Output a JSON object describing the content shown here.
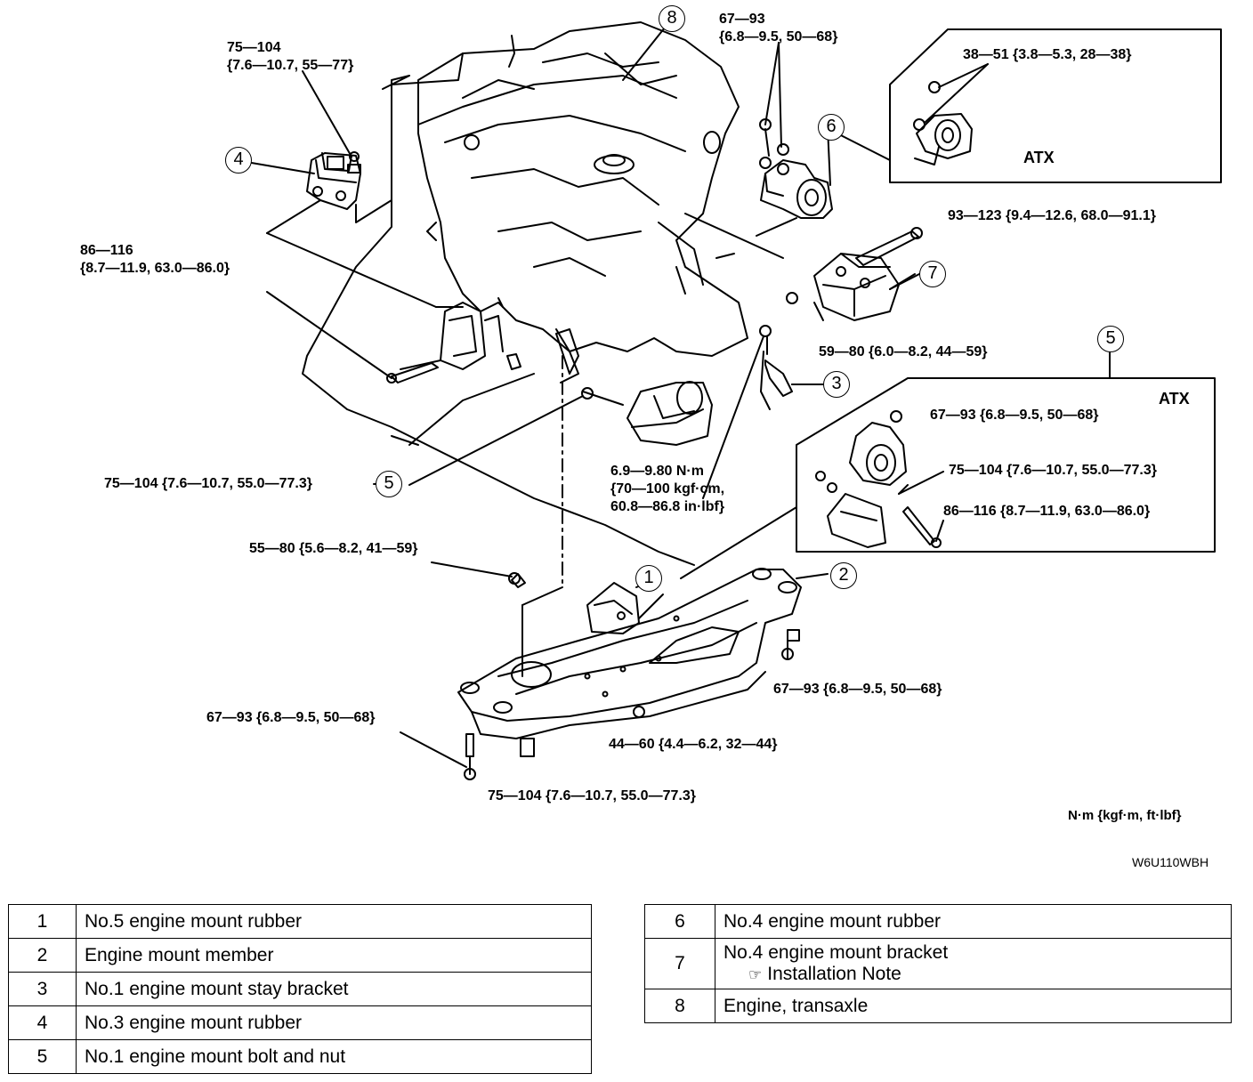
{
  "torque_labels": {
    "no3_mount_nut": {
      "line1": "75—104",
      "line2": "{7.6—10.7, 55—77}"
    },
    "no4_mount_nut": {
      "line1": "67—93",
      "line2": "{6.8—9.5, 50—68}"
    },
    "atx_no4_bolts": "38—51 {3.8—5.3, 28—38}",
    "no3_bracket_bolt": {
      "line1": "86—116",
      "line2": "{8.7—11.9, 63.0—86.0}"
    },
    "no4_bracket_long_bolt": "93—123 {9.4—12.6, 68.0—91.1}",
    "no4_bracket_nut": "59—80 {6.0—8.2, 44—59}",
    "atx_no1_nut": "67—93 {6.8—9.5, 50—68}",
    "atx_no1_bolt_short": "75—104 {7.6—10.7, 55.0—77.3}",
    "atx_no1_bolt_long": "86—116 {8.7—11.9, 63.0—86.0}",
    "no1_bolt_left": "75—104 {7.6—10.7, 55.0—77.3}",
    "stay_bracket_bolt": {
      "line1": "6.9—9.80 N·m",
      "line2": "{70—100 kgf·cm,",
      "line3": "60.8—86.8 in·lbf}"
    },
    "no5_mount_bolt": "55—80 {5.6—8.2, 41—59}",
    "member_right_nut": "67—93 {6.8—9.5, 50—68}",
    "member_left_bolt": "67—93 {6.8—9.5, 50—68}",
    "member_center_nut": "44—60 {4.4—6.2, 32—44}",
    "member_front_bolt": "75—104 {7.6—10.7, 55.0—77.3}"
  },
  "atx_labels": {
    "no4_box": "ATX",
    "no1_box": "ATX"
  },
  "callouts": {
    "c1": "1",
    "c2": "2",
    "c3": "3",
    "c4": "4",
    "c5a": "5",
    "c5b": "5",
    "c6": "6",
    "c7": "7",
    "c8": "8"
  },
  "units_note": "N·m {kgf·m, ft·lbf}",
  "figure_code": "W6U110WBH",
  "legend_left": [
    {
      "num": "1",
      "desc": "No.5 engine mount rubber"
    },
    {
      "num": "2",
      "desc": "Engine mount member"
    },
    {
      "num": "3",
      "desc": "No.1 engine mount stay bracket"
    },
    {
      "num": "4",
      "desc": "No.3 engine mount rubber"
    },
    {
      "num": "5",
      "desc": "No.1 engine mount bolt and nut"
    }
  ],
  "legend_right": [
    {
      "num": "6",
      "desc": "No.4 engine mount rubber"
    },
    {
      "num": "7",
      "desc": "No.4 engine mount bracket",
      "note": "Installation Note"
    },
    {
      "num": "8",
      "desc": "Engine, transaxle"
    }
  ]
}
